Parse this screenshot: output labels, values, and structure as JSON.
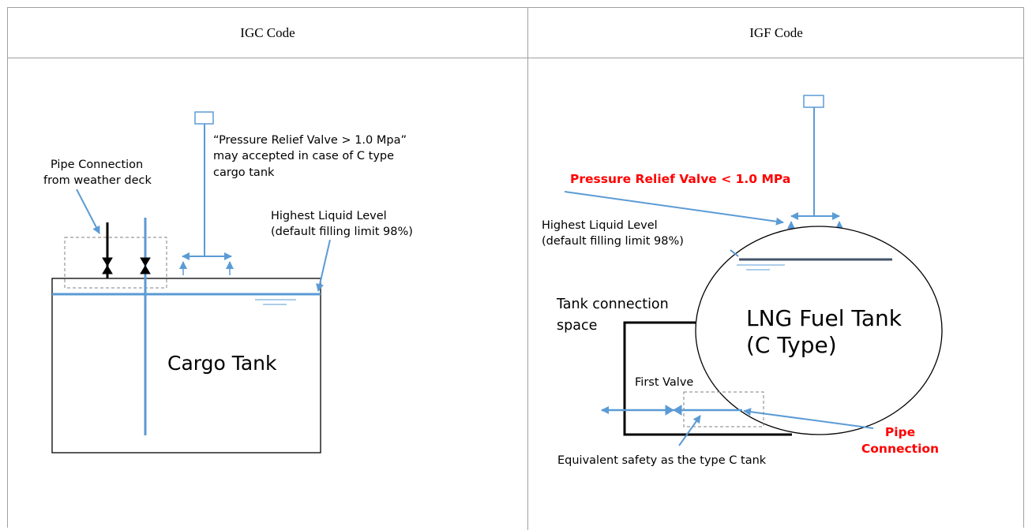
{
  "headers": {
    "left": "IGC Code",
    "right": "IGF Code"
  },
  "igc": {
    "pipe_connection_line1": "Pipe Connection",
    "pipe_connection_line2": "from weather deck",
    "prv_line1": "“Pressure Relief Valve > 1.0 Mpa”",
    "prv_line2": "may accepted in case of C type",
    "prv_line3": "cargo tank",
    "highest_level_line1": "Highest Liquid Level",
    "highest_level_line2": "(default filling limit 98%)",
    "tank_label": "Cargo Tank"
  },
  "igf": {
    "prv_label": "Pressure Relief Valve < 1.0 MPa",
    "highest_level_line1": "Highest Liquid Level",
    "highest_level_line2": "(default filling limit 98%)",
    "tcs_line1": "Tank connection",
    "tcs_line2": "space",
    "tank_line1": "LNG Fuel Tank",
    "tank_line2": "(C Type)",
    "first_valve": "First Valve",
    "pipe_conn_line1": "Pipe",
    "pipe_conn_line2": "Connection",
    "equiv_safety": "Equivalent safety as the type C tank"
  },
  "colors": {
    "pipe_blue": "#5b9bd5",
    "alert_red": "#ff0000",
    "level_dark": "#44546a",
    "border": "#a0a0a0"
  }
}
